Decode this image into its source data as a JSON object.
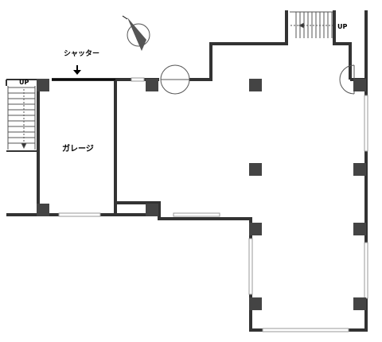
{
  "labels": {
    "shutter": "シャッター",
    "garage": "ガレージ",
    "up_left": "UP",
    "up_right": "UP"
  },
  "colors": {
    "wall": "#333333",
    "column": "#444444",
    "window": "#bbbbbb",
    "background": "#ffffff"
  },
  "icons": {
    "compass": "north-arrow-icon",
    "shutter_arrow": "down-arrow-icon"
  }
}
